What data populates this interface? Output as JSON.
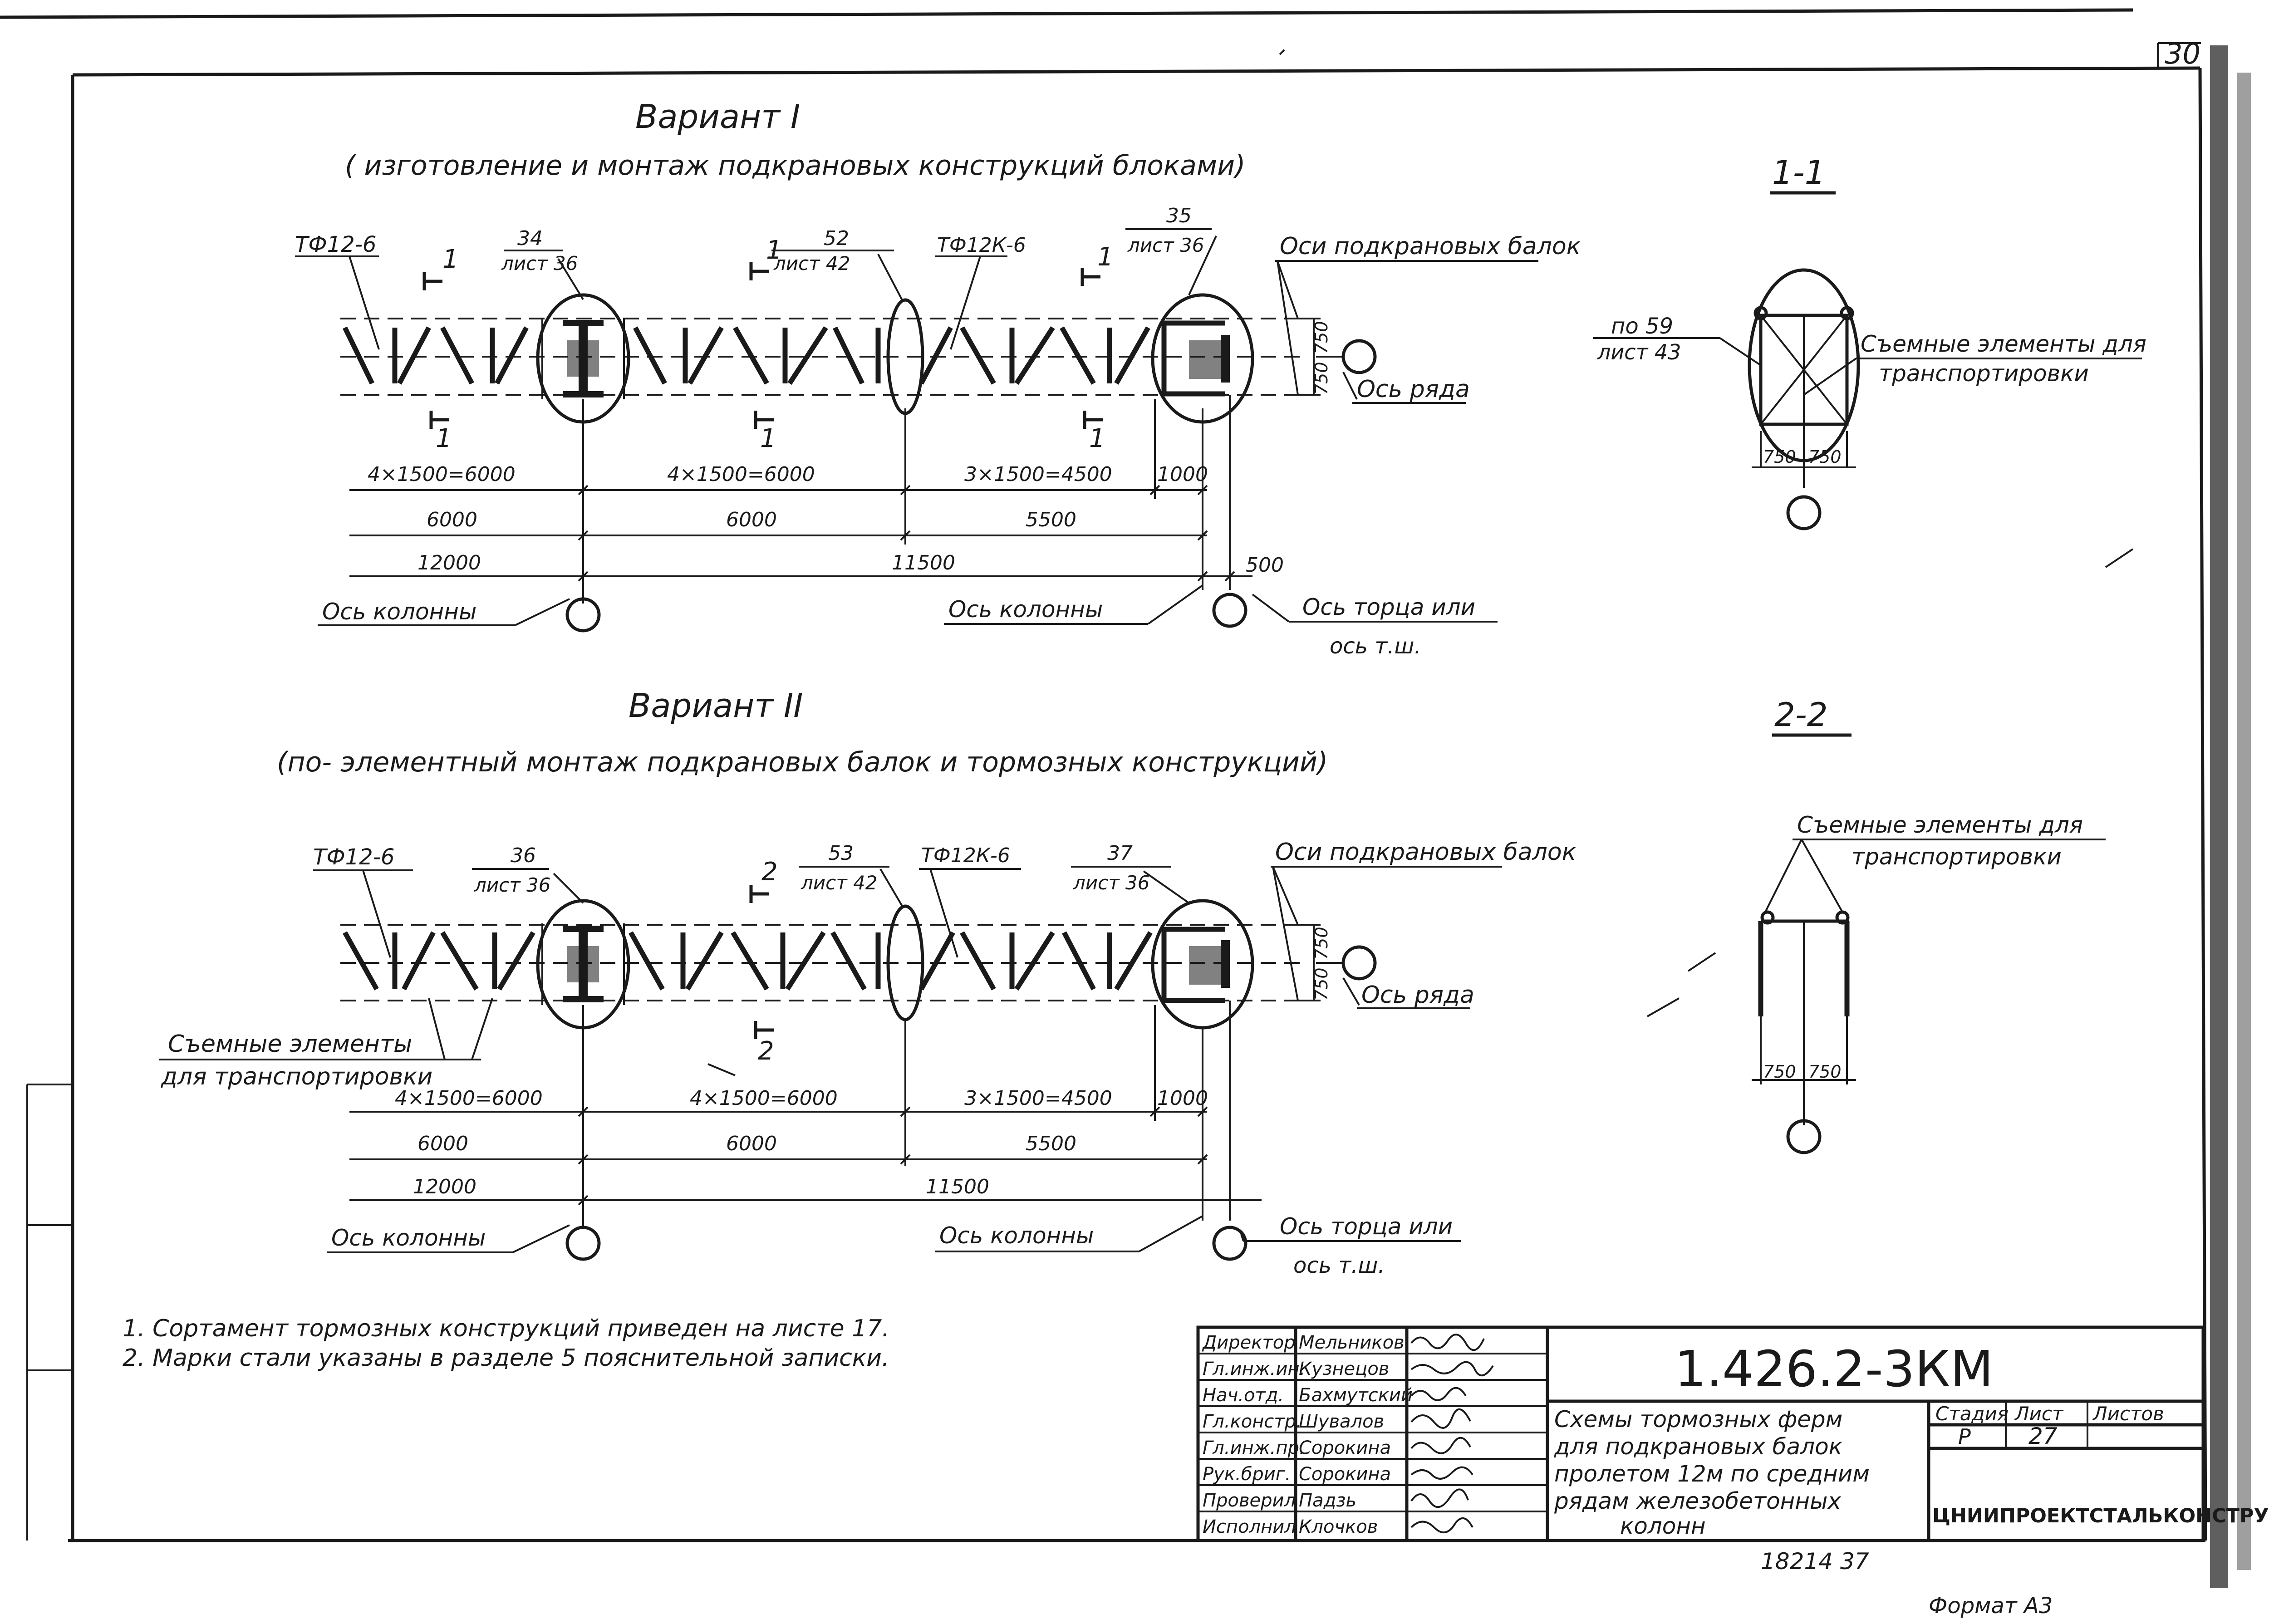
{
  "sheet_number": "30",
  "variant1": {
    "title": "Вариант I",
    "subtitle": "( изготовление и монтаж подкрановых конструкций блоками)",
    "truss_left": "ТФ12-6",
    "truss_mid": "ТФ12К-6",
    "node_a_num": "34",
    "node_a_sheet": "лист 36",
    "node_b_num": "52",
    "node_b_sheet": "лист 42",
    "node_c_num": "35",
    "node_c_sheet": "лист 36",
    "beam_axes": "Оси подкрановых балок",
    "row_axis": "Ось ряда",
    "section_mark": "1",
    "dim_750a": "750",
    "dim_750b": "750",
    "dims_row1": [
      "4×1500=6000",
      "4×1500=6000",
      "3×1500=4500",
      "1000"
    ],
    "dims_row2": [
      "6000",
      "6000",
      "5500"
    ],
    "dims_row3": [
      "12000",
      "11500",
      "500"
    ],
    "column_axis_left": "Ось колонны",
    "column_axis_right": "Ось колонны",
    "end_axis_1": "Ось торца или",
    "end_axis_2": "ось т.ш."
  },
  "variant2": {
    "title": "Вариант II",
    "subtitle": "(по- элементный монтаж подкрановых балок и тормозных конструкций)",
    "truss_left": "ТФ12-6",
    "truss_mid": "ТФ12К-6",
    "node_a_num": "36",
    "node_a_sheet": "лист 36",
    "node_b_num": "53",
    "node_b_sheet": "лист 42",
    "node_c_num": "37",
    "node_c_sheet": "лист 36",
    "beam_axes": "Оси подкрановых балок",
    "row_axis": "Ось ряда",
    "section_mark": "2",
    "removable_1": "Съемные элементы",
    "removable_2": "для транспортировки",
    "dim_750a": "750",
    "dim_750b": "750",
    "dims_row1": [
      "4×1500=6000",
      "4×1500=6000",
      "3×1500=4500",
      "1000"
    ],
    "dims_row2": [
      "6000",
      "6000",
      "5500"
    ],
    "dims_row3": [
      "12000",
      "11500"
    ],
    "column_axis_left": "Ось колонны",
    "column_axis_right": "Ось колонны",
    "end_axis_1": "Ось торца или",
    "end_axis_2": "ось т.ш."
  },
  "section_1_1": {
    "title": "1-1",
    "ref_num": "по 59",
    "ref_sheet": "лист 43",
    "removable_1": "Съемные элементы для",
    "removable_2": "транспортировки",
    "dim_a": "750",
    "dim_b": "750"
  },
  "section_2_2": {
    "title": "2-2",
    "removable_1": "Съемные элементы для",
    "removable_2": "транспортировки",
    "dim_a": "750",
    "dim_b": "750"
  },
  "notes": [
    "1. Сортамент тормозных конструкций приведен на листе 17.",
    "2. Марки стали указаны в разделе 5 пояснительной записки."
  ],
  "title_block": {
    "signatories": [
      {
        "role": "Директор",
        "name": "Мельников"
      },
      {
        "role": "Гл.инж.ин.",
        "name": "Кузнецов"
      },
      {
        "role": "Нач.отд.",
        "name": "Бахмутский"
      },
      {
        "role": "Гл.констр.",
        "name": "Шувалов"
      },
      {
        "role": "Гл.инж.пр.",
        "name": "Сорокина"
      },
      {
        "role": "Рук.бриг.",
        "name": "Сорокина"
      },
      {
        "role": "Проверил",
        "name": "Падзь"
      },
      {
        "role": "Исполнил",
        "name": "Клочков"
      }
    ],
    "doc_code": "1.426.2-3КМ",
    "description": [
      "Схемы тормозных ферм",
      "для подкрановых балок",
      "пролетом 12м по средним",
      "рядам железобетонных",
      "колонн"
    ],
    "stage_header": "Стадия",
    "sheet_header": "Лист",
    "sheets_header": "Листов",
    "stage": "Р",
    "sheet": "27",
    "organization": "ЦНИИПРОЕКТСТАЛЬКОНСТРУКЦИЯ"
  },
  "inventory_number": "18214 37",
  "format": "Формат А3"
}
